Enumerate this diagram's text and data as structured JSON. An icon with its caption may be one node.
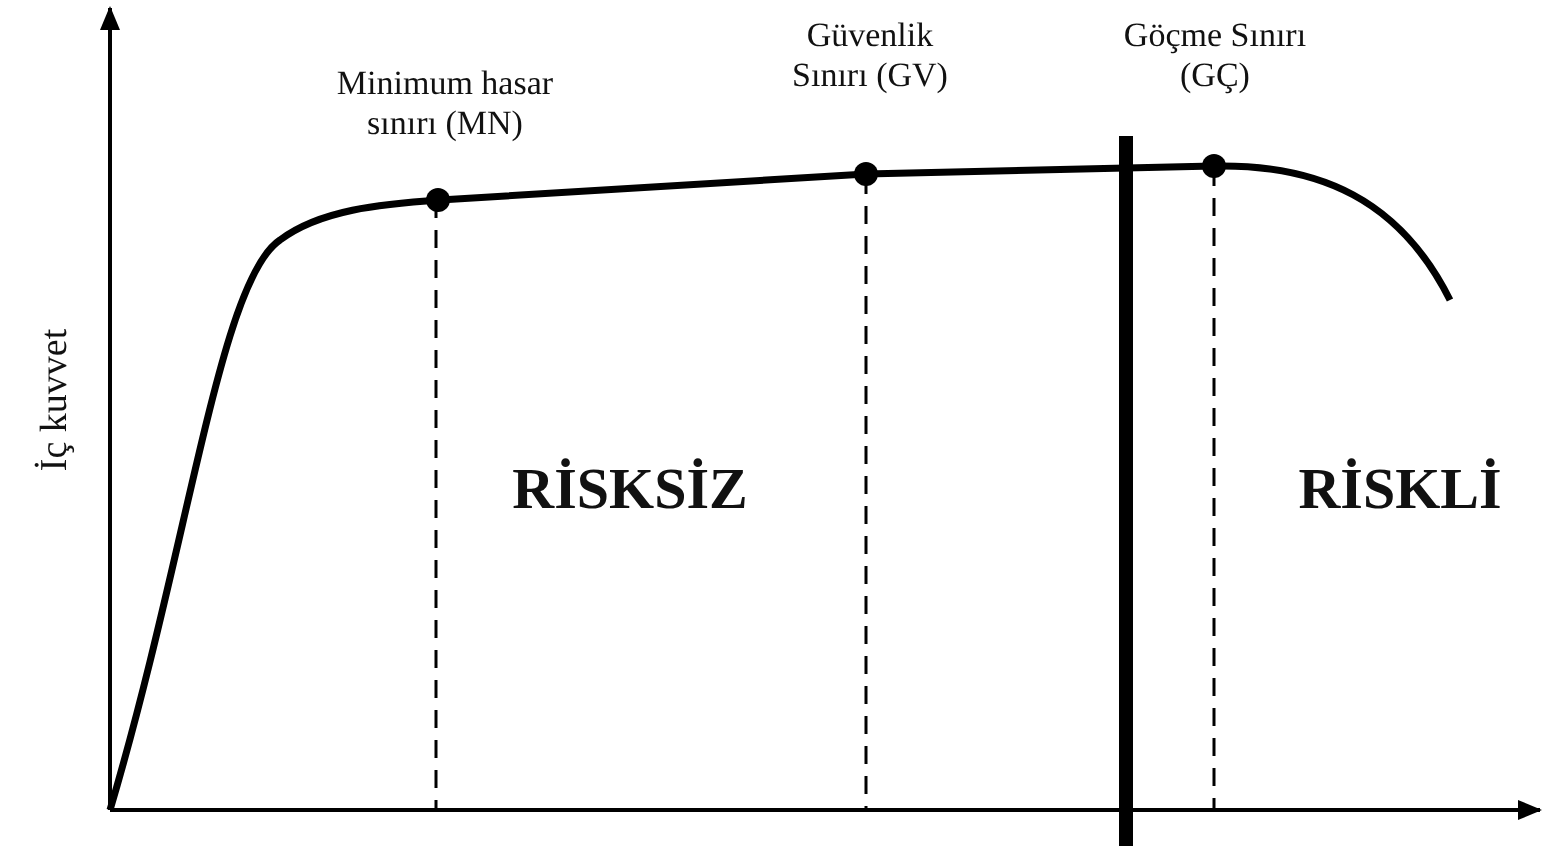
{
  "diagram": {
    "labels": [
      "Güvenlik Sınırı (GV)",
      "Göçme Sınırı (GÇ)",
      "Minimum hasar sınırı (MN)",
      "İç kuvvet",
      "RİSKSİZ",
      "RİSKLİ"
    ]
  }
}
